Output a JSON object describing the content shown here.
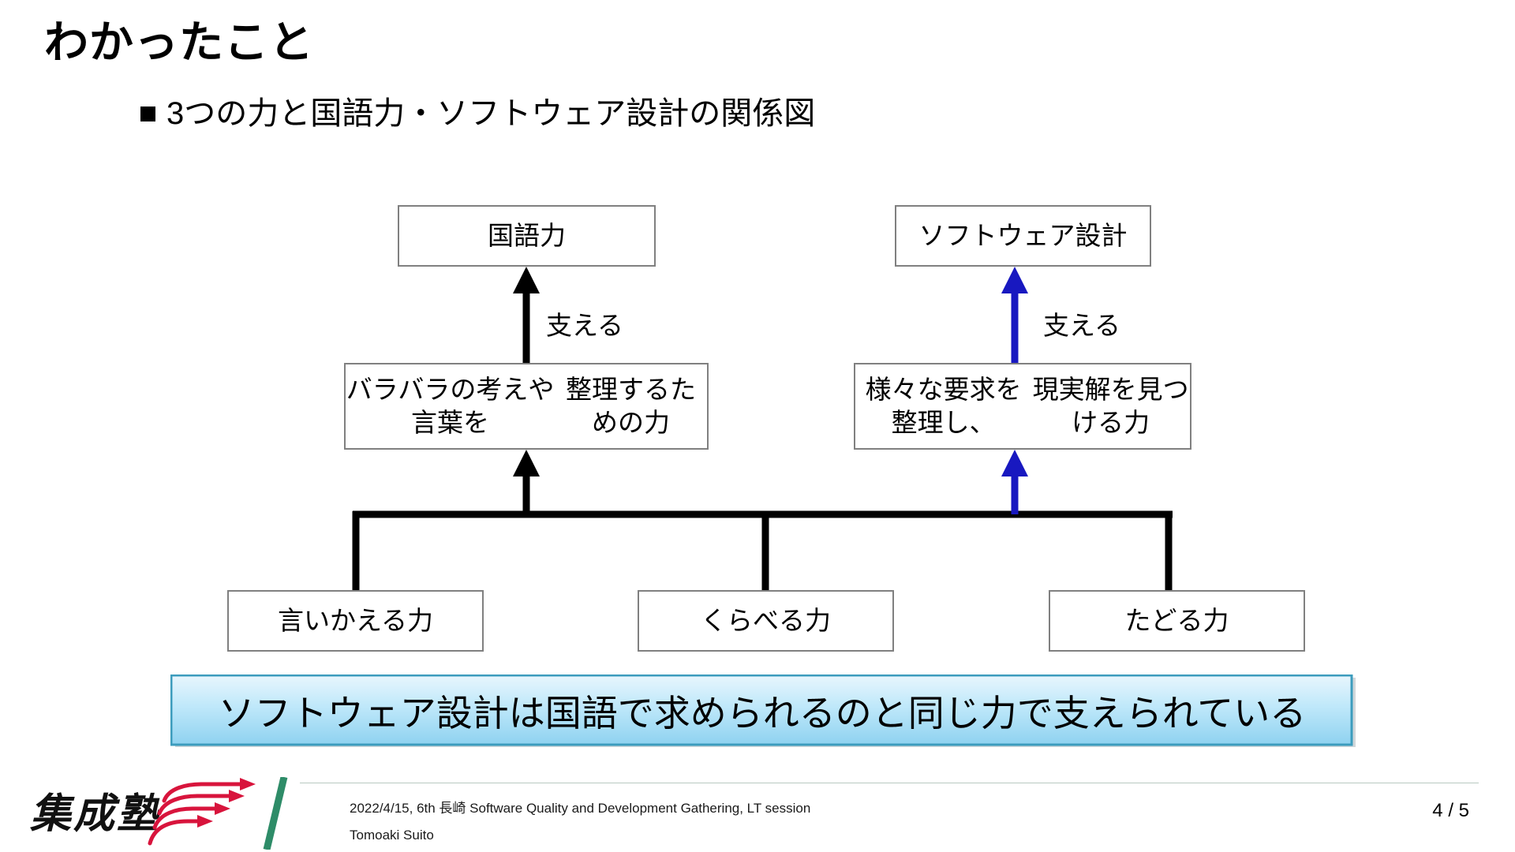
{
  "slide": {
    "title": "わかったこと",
    "bullet": {
      "marker": "square-bullet",
      "text": "3つの力と国語力・ソフトウェア設計の関係図"
    }
  },
  "diagram": {
    "type": "relationship-diagram",
    "nodes": {
      "kokugoryoku": "国語力",
      "software_design": "ソフトウェア設計",
      "bara_bara": "バラバラの考えや言葉を\n整理するための力",
      "youkyuu": "様々な要求を整理し、\n現実解を見つける力",
      "iikaeru": "言いかえる力",
      "kuraberu": "くらべる力",
      "tadoru": "たどる力"
    },
    "edge_labels": {
      "left_support": "支える",
      "right_support": "支える"
    },
    "colors": {
      "node_border": "#808080",
      "edge_black": "#000000",
      "edge_blue": "#1818c0"
    }
  },
  "banner": {
    "text": "ソフトウェア設計は国語で求められるのと同じ力で支えられている",
    "border_color": "#3c9cbd",
    "gradient_top": "#e8f6fd",
    "gradient_bottom": "#8fd2f0"
  },
  "footer": {
    "line1": "2022/4/15, 6th 長崎 Software Quality and Development Gathering, LT session",
    "line2": "Tomoaki Suito",
    "page_number": "4 / 5",
    "logo": {
      "kanji": "集成塾",
      "arrow_color": "#d8143c",
      "slash_color": "#2e8c68"
    }
  }
}
